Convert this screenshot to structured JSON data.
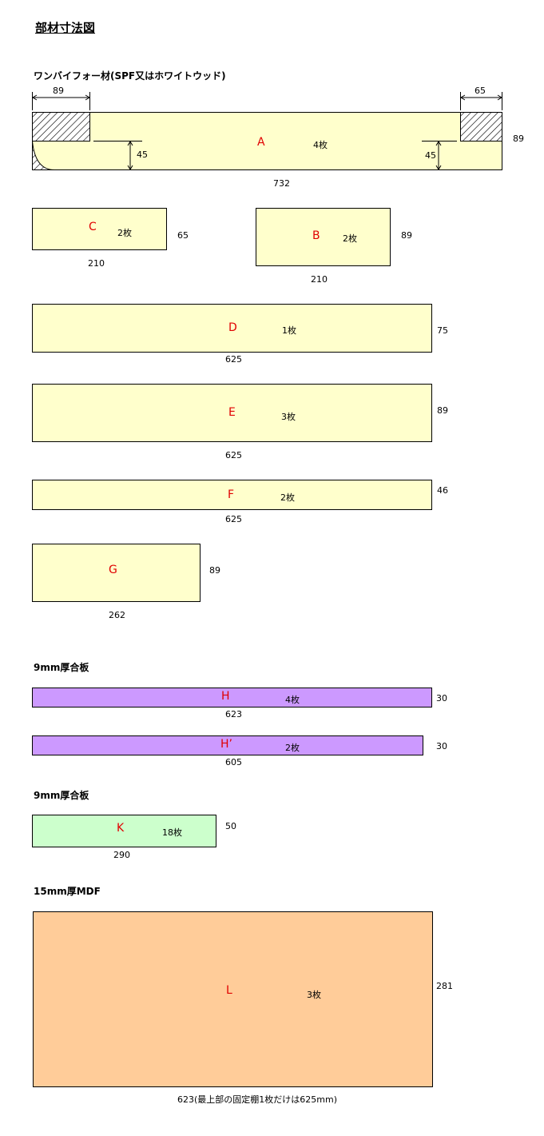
{
  "title": "部材寸法図",
  "sections": {
    "lumber": "ワンバイフォー材(SPF又はホワイトウッド)",
    "plywood_h": "9mm厚合板",
    "plywood_k": "9mm厚合板",
    "mdf": "15mm厚MDF"
  },
  "colors": {
    "lumber": "#ffffcc",
    "plywood_h": "#cc99ff",
    "plywood_k": "#ccffcc",
    "mdf": "#ffcc99",
    "letter": "#e00000"
  },
  "parts": {
    "A": {
      "letter": "A",
      "count": "4枚",
      "length": "732",
      "width": "89",
      "left_notch": "89",
      "right_notch": "65",
      "left_depth": "45",
      "right_depth": "45"
    },
    "B": {
      "letter": "B",
      "count": "2枚",
      "length": "210",
      "width": "89"
    },
    "C": {
      "letter": "C",
      "count": "2枚",
      "length": "210",
      "width": "65"
    },
    "D": {
      "letter": "D",
      "count": "1枚",
      "length": "625",
      "width": "75"
    },
    "E": {
      "letter": "E",
      "count": "3枚",
      "length": "625",
      "width": "89"
    },
    "F": {
      "letter": "F",
      "count": "2枚",
      "length": "625",
      "width": "46"
    },
    "G": {
      "letter": "G",
      "count": "",
      "length": "262",
      "width": "89"
    },
    "H": {
      "letter": "H",
      "count": "4枚",
      "length": "623",
      "width": "30"
    },
    "H2": {
      "letter": "H’",
      "count": "2枚",
      "length": "605",
      "width": "30"
    },
    "K": {
      "letter": "K",
      "count": "18枚",
      "length": "290",
      "width": "50"
    },
    "L": {
      "letter": "L",
      "count": "3枚",
      "length": "623(最上部の固定棚1枚だけは625mm)",
      "width": "281"
    }
  }
}
